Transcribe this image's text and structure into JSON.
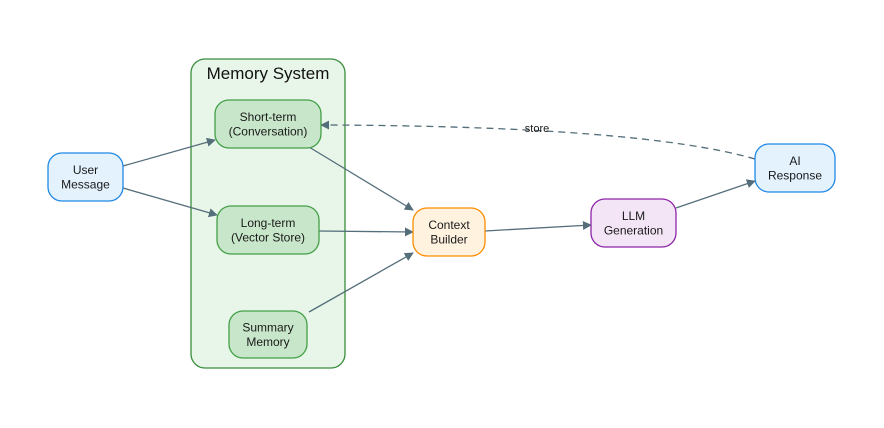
{
  "diagram": {
    "cluster": {
      "title": "Memory System",
      "fill": "#e8f5e9",
      "stroke": "#388e3c"
    },
    "nodes": {
      "user_message": {
        "lines": [
          "User",
          "Message"
        ],
        "fill": "#e3f2fd",
        "stroke": "#1e88e5"
      },
      "short_term": {
        "lines": [
          "Short-term",
          "(Conversation)"
        ],
        "fill": "#c8e6c9",
        "stroke": "#43a047"
      },
      "long_term": {
        "lines": [
          "Long-term",
          "(Vector Store)"
        ],
        "fill": "#c8e6c9",
        "stroke": "#43a047"
      },
      "summary": {
        "lines": [
          "Summary",
          "Memory"
        ],
        "fill": "#c8e6c9",
        "stroke": "#43a047"
      },
      "context_builder": {
        "lines": [
          "Context",
          "Builder"
        ],
        "fill": "#fff3e0",
        "stroke": "#fb8c00"
      },
      "llm": {
        "lines": [
          "LLM",
          "Generation"
        ],
        "fill": "#f3e5f5",
        "stroke": "#8e24aa"
      },
      "ai_response": {
        "lines": [
          "AI",
          "Response"
        ],
        "fill": "#e3f2fd",
        "stroke": "#1e88e5"
      }
    },
    "edges": [
      {
        "from": "user_message",
        "to": "short_term",
        "style": "solid",
        "label": ""
      },
      {
        "from": "user_message",
        "to": "long_term",
        "style": "solid",
        "label": ""
      },
      {
        "from": "short_term",
        "to": "context_builder",
        "style": "solid",
        "label": ""
      },
      {
        "from": "long_term",
        "to": "context_builder",
        "style": "solid",
        "label": ""
      },
      {
        "from": "summary",
        "to": "context_builder",
        "style": "solid",
        "label": ""
      },
      {
        "from": "context_builder",
        "to": "llm",
        "style": "solid",
        "label": ""
      },
      {
        "from": "llm",
        "to": "ai_response",
        "style": "solid",
        "label": ""
      },
      {
        "from": "ai_response",
        "to": "short_term",
        "style": "dashed",
        "label": "store"
      }
    ],
    "edge_color": "#546e7a"
  }
}
